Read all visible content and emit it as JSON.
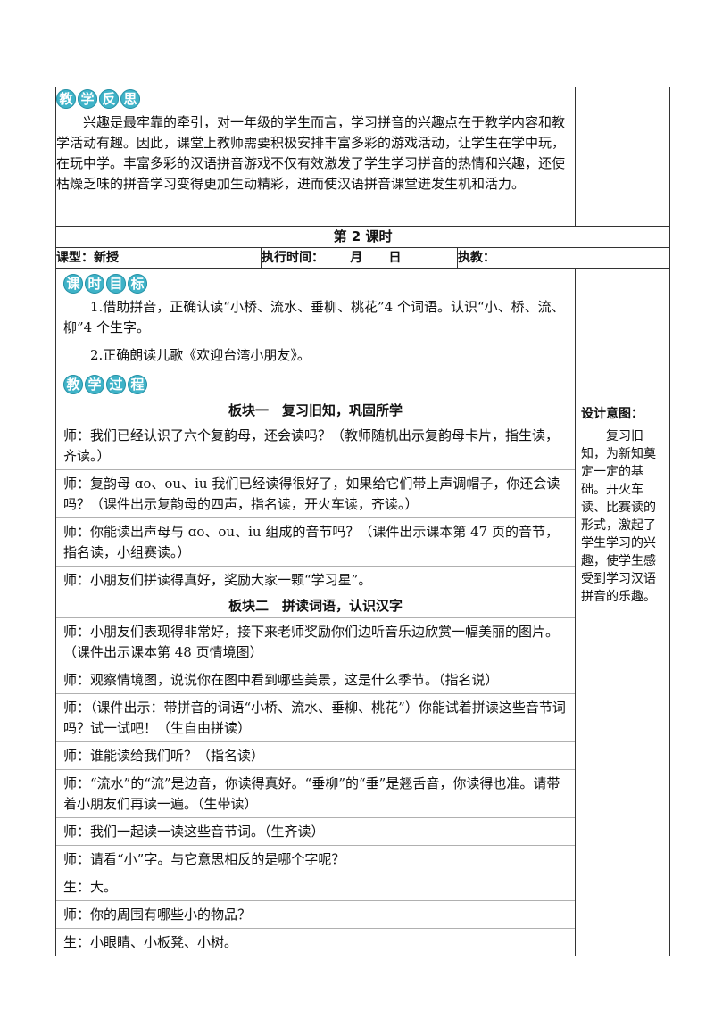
{
  "reflection": {
    "banner": [
      "教",
      "学",
      "反",
      "思"
    ],
    "text": "兴趣是最牢靠的牵引，对一年级的学生而言，学习拼音的兴趣点在于教学内容和教学活动有趣。因此，课堂上教师需要积极安排丰富多彩的游戏活动，让学生在学中玩，在玩中学。丰富多彩的汉语拼音游戏不仅有效激发了学生学习拼音的热情和兴趣，还使枯燥乏味的拼音学习变得更加生动精彩，进而使汉语拼音课堂迸发生机和活力。"
  },
  "period": "第 2 课时",
  "meta": {
    "type": "课型：新授",
    "time": "执行时间：      月      日",
    "teacher": "执教："
  },
  "goals": {
    "banner": [
      "课",
      "时",
      "目",
      "标"
    ],
    "items": [
      "1.借助拼音，正确认读“小桥、流水、垂柳、桃花”4 个词语。认识“小、桥、流、柳”4 个生字。",
      "2.正确朗读儿歌《欢迎台湾小朋友》。"
    ]
  },
  "process": {
    "banner": [
      "教",
      "学",
      "过",
      "程"
    ],
    "section1": "板块一　复习旧知，巩固所学",
    "lines1": [
      "师：我们已经认识了六个复韵母，还会读吗？（教师随机出示复韵母卡片，指生读，齐读。）",
      "师：复韵母 ɑo、ou、iu 我们已经读得很好了，如果给它们带上声调帽子，你还会读吗？（课件出示复韵母的四声，指名读，开火车读，齐读。）",
      "师：你能读出声母与 ɑo、ou、iu 组成的音节吗？（课件出示课本第 47 页的音节，指名读，小组赛读。）",
      "师：小朋友们拼读得真好，奖励大家一颗“学习星”。"
    ],
    "section2": "板块二　拼读词语，认识汉字",
    "lines2": [
      "师：小朋友们表现得非常好，接下来老师奖励你们边听音乐边欣赏一幅美丽的图片。（课件出示课本第 48 页情境图）",
      "师：观察情境图，说说你在图中看到哪些美景，这是什么季节。（指名说）",
      "师：（课件出示：带拼音的词语“小桥、流水、垂柳、桃花”）你能试着拼读这些音节词吗？试一试吧！（生自由拼读）",
      "师：谁能读给我们听？（指名读）",
      "师：“流水”的“流”是边音，你读得真好。“垂柳”的“垂”是翘舌音，你读得也准。请带着小朋友们再读一遍。（生带读）",
      "师：我们一起读一读这些音节词。（生齐读）",
      "师：请看“小”字。与它意思相反的是哪个字呢？",
      "生：大。",
      "师：你的周围有哪些小的物品？",
      "生：小眼睛、小板凳、小树。"
    ]
  },
  "design": {
    "title": "设计意图：",
    "text": "复习旧知，为新知奠定一定的基础。开火车读、比赛读的形式，激起了学生学习的兴趣，使学生感受到学习汉语拼音的乐趣。"
  }
}
